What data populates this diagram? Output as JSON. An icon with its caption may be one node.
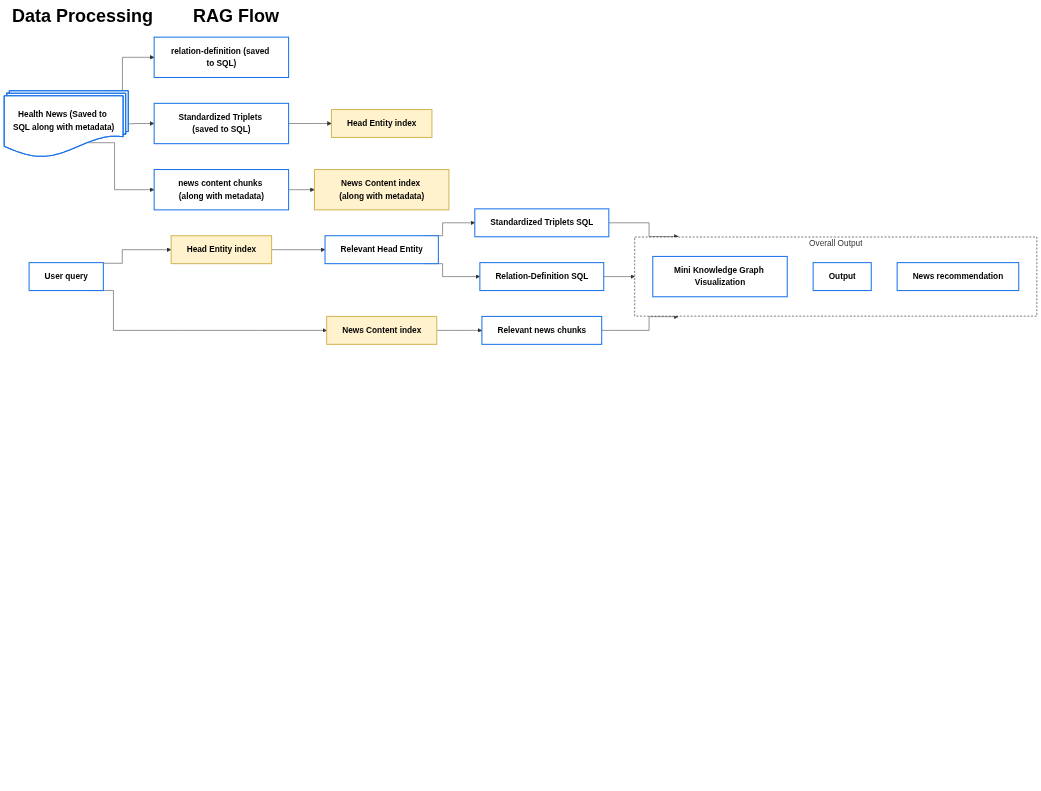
{
  "diagram": {
    "nodes": [
      {
        "text": [
          "Health News (Saved to SQL along with metadata)"
        ]
      },
      {
        "text": [
          "relation-definition (saved to SQL)"
        ]
      },
      {
        "text": [
          "Standardized Triplets (saved to SQL)"
        ]
      },
      {
        "text": [
          "Head Entity index"
        ]
      },
      {
        "text": [
          "news content chunks (along with metadata)"
        ]
      },
      {
        "text": [
          "News Content index (along with metadata)"
        ]
      },
      {
        "text": [
          "User query"
        ]
      },
      {
        "text": [
          "Head Entity index"
        ]
      },
      {
        "text": [
          "News Content index"
        ]
      },
      {
        "text": [
          "Relevant Head Entity"
        ]
      },
      {
        "text": [
          "Relevant news chunks"
        ]
      },
      {
        "text": [
          "Standardized Triplets SQL"
        ]
      },
      {
        "text": [
          "Relation-Definition SQL"
        ]
      },
      {
        "text": [
          "Overall Output"
        ]
      },
      {
        "text": [
          "Mini Knowledge Graph Visualization"
        ],
        "in": 13
      },
      {
        "text": [
          "Output"
        ],
        "in": 13
      },
      {
        "text": [
          "News recommendation"
        ],
        "in": 13
      }
    ],
    "edges": [
      {
        "from": 0,
        "to": 1,
        "arrow": "to"
      },
      {
        "from": 0,
        "to": 2,
        "arrow": "to"
      },
      {
        "from": 0,
        "to": 4,
        "arrow": "to"
      },
      {
        "from": 2,
        "to": 3,
        "arrow": "to"
      },
      {
        "from": 4,
        "to": 5,
        "arrow": "to"
      },
      {
        "from": 6,
        "to": 7,
        "arrow": "to"
      },
      {
        "from": 6,
        "to": 8,
        "arrow": "to"
      },
      {
        "from": 7,
        "to": 9,
        "arrow": "to"
      },
      {
        "from": 8,
        "to": 10,
        "arrow": "to"
      },
      {
        "from": 9,
        "to": 11,
        "arrow": "to"
      },
      {
        "from": 9,
        "to": 12,
        "arrow": "to"
      },
      {
        "from": 11,
        "to": 13,
        "arrow": "to"
      },
      {
        "from": 12,
        "to": 13,
        "arrow": "to"
      },
      {
        "from": 10,
        "to": 13,
        "arrow": "to"
      }
    ],
    "labels": [
      "Data Processing",
      "RAG Flow"
    ]
  }
}
